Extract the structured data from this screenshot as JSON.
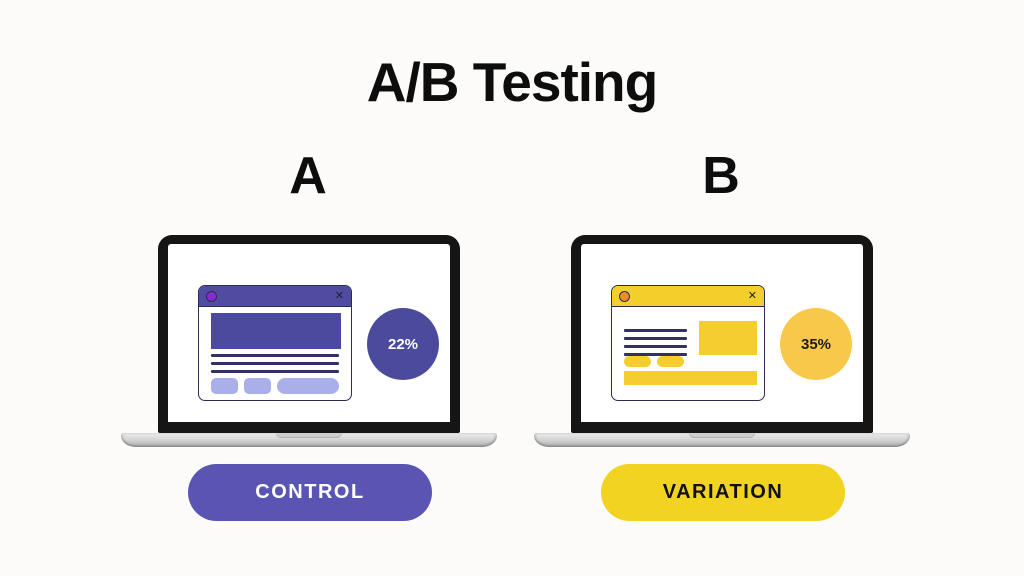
{
  "title": "A/B Testing",
  "window": {
    "close_glyph": "✕"
  },
  "variants": {
    "a": {
      "label": "A",
      "badge": "CONTROL",
      "conversion": "22%",
      "theme": {
        "primary": "#4c4a9e",
        "titlebar": "#504ca1",
        "dot": "#8a2bd0",
        "light": "#a9afe9",
        "circle": "#4c4a9c",
        "circle-text": "#ffffff",
        "pill": "#5a55b2",
        "pill-text": "#ffffff"
      }
    },
    "b": {
      "label": "B",
      "badge": "VARIATION",
      "conversion": "35%",
      "theme": {
        "primary": "#f5cd2f",
        "titlebar": "#f2cf2a",
        "dot": "#ef8b28",
        "light": "#f6d03c",
        "circle": "#f7c84a",
        "circle-text": "#1c1c1c",
        "pill": "#f2d321",
        "pill-text": "#111111"
      }
    }
  }
}
